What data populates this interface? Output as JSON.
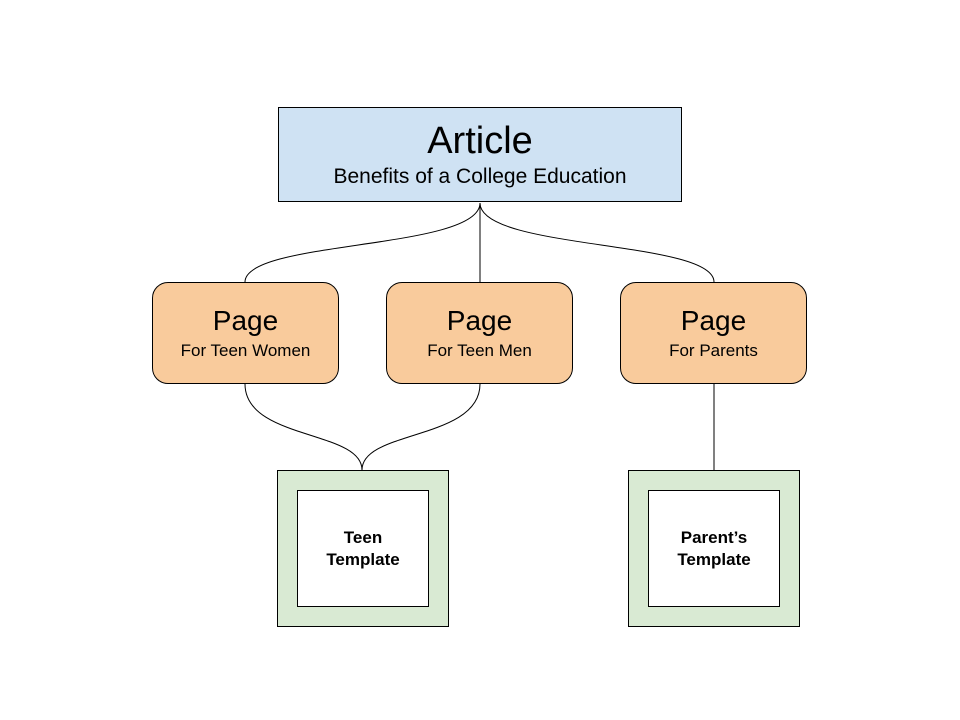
{
  "article": {
    "title": "Article",
    "subtitle": "Benefits of a College Education"
  },
  "pages": [
    {
      "title": "Page",
      "subtitle": "For Teen Women"
    },
    {
      "title": "Page",
      "subtitle": "For Teen Men"
    },
    {
      "title": "Page",
      "subtitle": "For Parents"
    }
  ],
  "templates": [
    {
      "label": "Teen\nTemplate"
    },
    {
      "label": "Parent’s\nTemplate"
    }
  ],
  "colors": {
    "article_fill": "#cfe2f3",
    "page_fill": "#f9cb9c",
    "template_fill": "#d9ead3",
    "line": "#000000"
  }
}
